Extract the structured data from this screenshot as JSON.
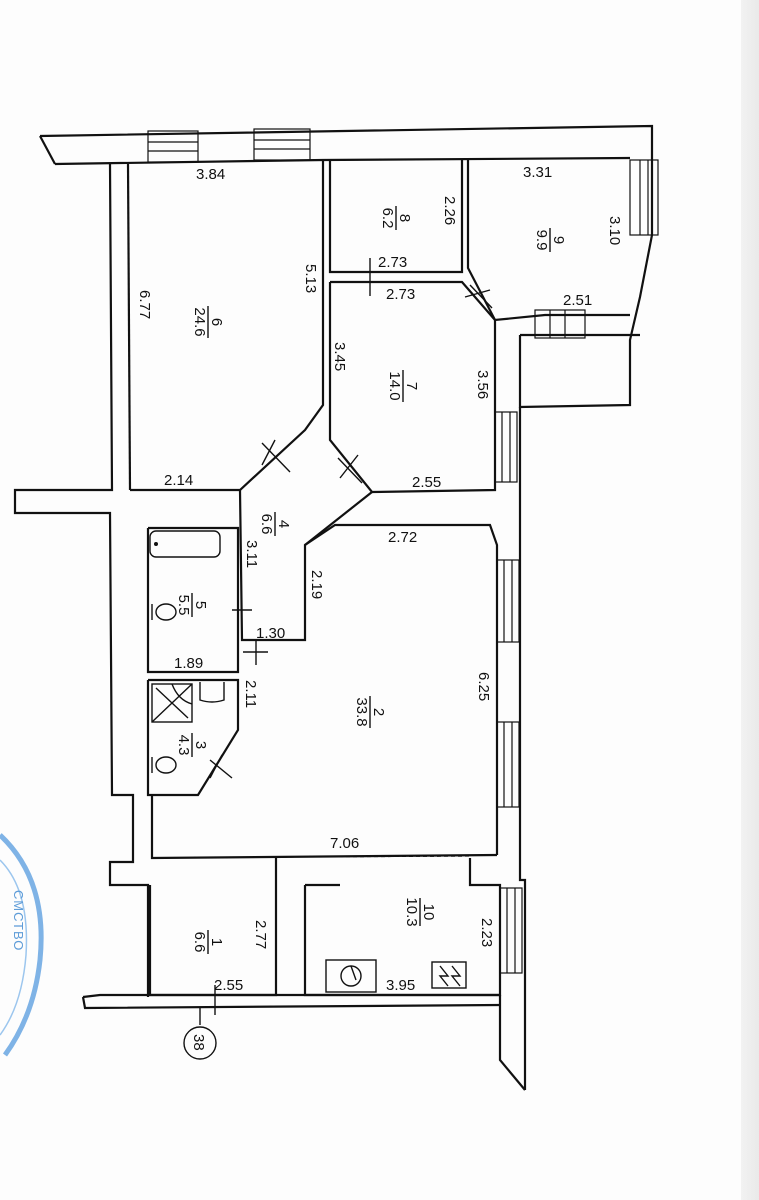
{
  "plan": {
    "rooms": [
      {
        "id": "room-1",
        "number": "1",
        "area": "6.6"
      },
      {
        "id": "room-2",
        "number": "2",
        "area": "33.8"
      },
      {
        "id": "room-3",
        "number": "3",
        "area": "4.3"
      },
      {
        "id": "room-4",
        "number": "4",
        "area": "6.6"
      },
      {
        "id": "room-5",
        "number": "5",
        "area": "5.5"
      },
      {
        "id": "room-6",
        "number": "6",
        "area": "24.6"
      },
      {
        "id": "room-7",
        "number": "7",
        "area": "14.0"
      },
      {
        "id": "room-8",
        "number": "8",
        "area": "6.2"
      },
      {
        "id": "room-9",
        "number": "9",
        "area": "9.9"
      },
      {
        "id": "room-10",
        "number": "10",
        "area": "10.3"
      }
    ],
    "dimensions": {
      "d_3_84": "3.84",
      "d_6_77": "6.77",
      "d_5_13": "5.13",
      "d_2_14": "2.14",
      "d_2_26": "2.26",
      "d_2_73_a": "2.73",
      "d_2_73_b": "2.73",
      "d_3_31": "3.31",
      "d_3_10": "3.10",
      "d_2_51": "2.51",
      "d_3_45": "3.45",
      "d_3_56": "3.56",
      "d_2_55_a": "2.55",
      "d_3_11": "3.11",
      "d_2_72": "2.72",
      "d_2_19": "2.19",
      "d_1_30": "1.30",
      "d_1_89": "1.89",
      "d_2_11": "2.11",
      "d_6_25": "6.25",
      "d_7_06": "7.06",
      "d_2_77": "2.77",
      "d_2_55_b": "2.55",
      "d_2_23": "2.23",
      "d_3_95": "3.95"
    },
    "axis_marker": "38"
  },
  "stamp": {
    "text": "СМСТВО"
  }
}
